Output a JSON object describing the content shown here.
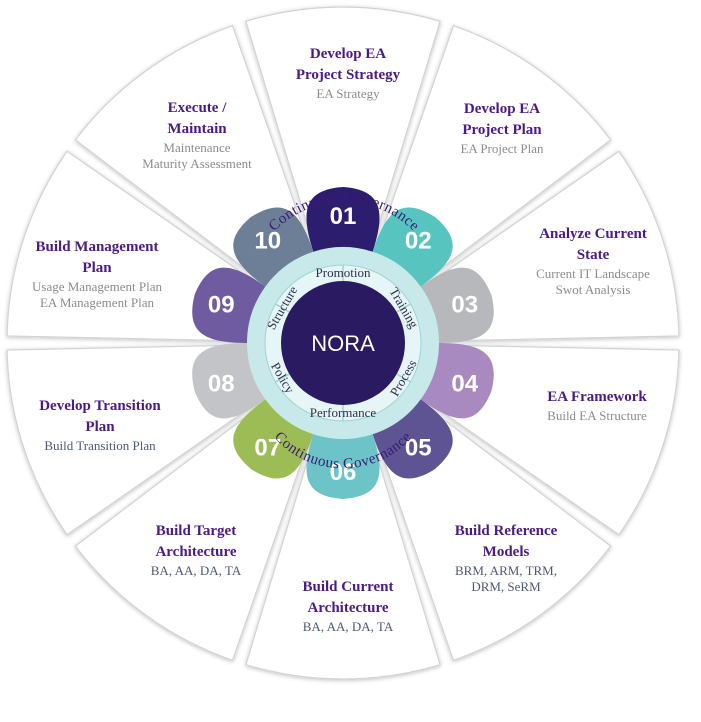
{
  "center_label": "NORA",
  "governance_top": "Continuous Governance",
  "governance_bottom": "Continuous Governance",
  "ring_words": [
    "Promotion",
    "Training",
    "Process",
    "Performance",
    "Policy",
    "Structure"
  ],
  "steps": [
    {
      "num": "01",
      "color": "#2d1d6e",
      "title": [
        "Develop EA",
        "Project Strategy"
      ],
      "subs": [
        "EA Strategy"
      ]
    },
    {
      "num": "02",
      "color": "#58c4bf",
      "title": [
        "Develop EA",
        "Project Plan"
      ],
      "subs": [
        "EA Project Plan"
      ]
    },
    {
      "num": "03",
      "color": "#b6b8bc",
      "title": [
        "Analyze Current",
        "State"
      ],
      "subs": [
        "Current IT Landscape",
        "Swot Analysis"
      ]
    },
    {
      "num": "04",
      "color": "#a88ac0",
      "title": [
        "EA Framework"
      ],
      "subs": [
        "Build EA Structure"
      ]
    },
    {
      "num": "05",
      "color": "#5e5494",
      "title": [
        "Build Reference",
        "Models"
      ],
      "subs": [
        "BRM, ARM, TRM,",
        "DRM, SeRM"
      ]
    },
    {
      "num": "06",
      "color": "#6dc4c8",
      "title": [
        "Build Current",
        "Architecture"
      ],
      "subs": [
        "BA, AA, DA, TA"
      ]
    },
    {
      "num": "07",
      "color": "#9cbd55",
      "title": [
        "Build Target",
        "Architecture"
      ],
      "subs": [
        "BA, AA, DA, TA"
      ]
    },
    {
      "num": "08",
      "color": "#c2c4c8",
      "title": [
        "Develop Transition",
        "Plan"
      ],
      "subs": [
        "Build Transition Plan"
      ]
    },
    {
      "num": "09",
      "color": "#6f5ba0",
      "title": [
        "Build Management",
        "Plan"
      ],
      "subs": [
        "Usage Management Plan",
        "EA Management Plan"
      ]
    },
    {
      "num": "10",
      "color": "#6d7f97",
      "title": [
        "Execute /",
        "Maintain"
      ],
      "subs": [
        "Maintenance",
        "Maturity Assessment"
      ]
    }
  ]
}
